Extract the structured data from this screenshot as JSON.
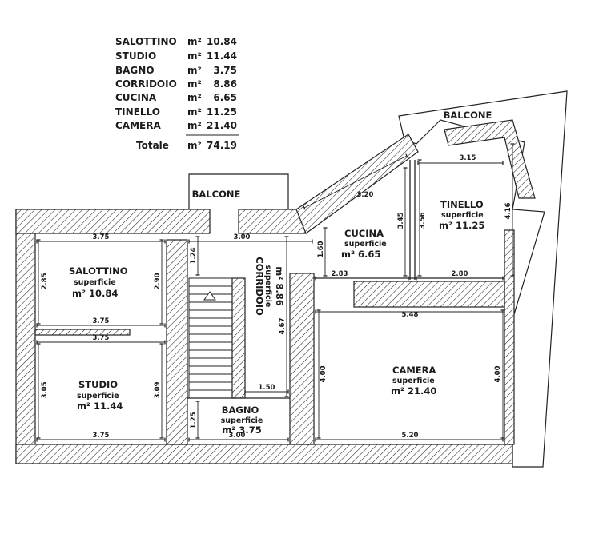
{
  "area_table": {
    "rows": [
      {
        "room": "SALOTTINO",
        "unit": "m²",
        "value": "10.84"
      },
      {
        "room": "STUDIO",
        "unit": "m²",
        "value": "11.44"
      },
      {
        "room": "BAGNO",
        "unit": "m²",
        "value": "3.75"
      },
      {
        "room": "CORRIDOIO",
        "unit": "m²",
        "value": "8.86"
      },
      {
        "room": "CUCINA",
        "unit": "m²",
        "value": "6.65"
      },
      {
        "room": "TINELLO",
        "unit": "m²",
        "value": "11.25"
      },
      {
        "room": "CAMERA",
        "unit": "m²",
        "value": "21.40"
      }
    ],
    "total_label": "Totale",
    "total_unit": "m²",
    "total_value": "74.19"
  },
  "rooms": {
    "balcone_left": "BALCONE",
    "balcone_right": "BALCONE",
    "salottino": {
      "name": "SALOTTINO",
      "sub": "superficie",
      "area": "m² 10.84"
    },
    "studio": {
      "name": "STUDIO",
      "sub": "superficie",
      "area": "m² 11.44"
    },
    "corridoio": {
      "name": "CORRIDOIO",
      "sub": "superficie",
      "area": "m² 8.86"
    },
    "bagno": {
      "name": "BAGNO",
      "sub": "superficie",
      "area": "m² 3.75"
    },
    "cucina": {
      "name": "CUCINA",
      "sub": "superficie",
      "area": "m² 6.65"
    },
    "tinello": {
      "name": "TINELLO",
      "sub": "superficie",
      "area": "m² 11.25"
    },
    "camera": {
      "name": "CAMERA",
      "sub": "superficie",
      "area": "m² 21.40"
    }
  },
  "dimensions": {
    "salottino_top": "3.75",
    "salottino_bottom": "3.75",
    "salottino_left": "2.85",
    "salottino_right": "2.90",
    "studio_top": "3.75",
    "studio_bottom": "3.75",
    "studio_left": "3.05",
    "studio_right": "3.09",
    "corridoio_top": "3.00",
    "corridoio_left": "1.24",
    "corridoio_right": "4.67",
    "bagno_width": "1.50",
    "bagno_bottom": "3.00",
    "bagno_left": "1.25",
    "cucina_left": "1.60",
    "cucina_bottom": "2.83",
    "cucina_diag": "3.20",
    "cucina_right": "3.45",
    "tinello_top": "3.15",
    "tinello_left": "3.56",
    "tinello_right": "4.16",
    "tinello_bottom": "2.80",
    "camera_top": "5.48",
    "camera_bottom": "5.20",
    "camera_left": "4.00",
    "camera_right": "4.00"
  }
}
